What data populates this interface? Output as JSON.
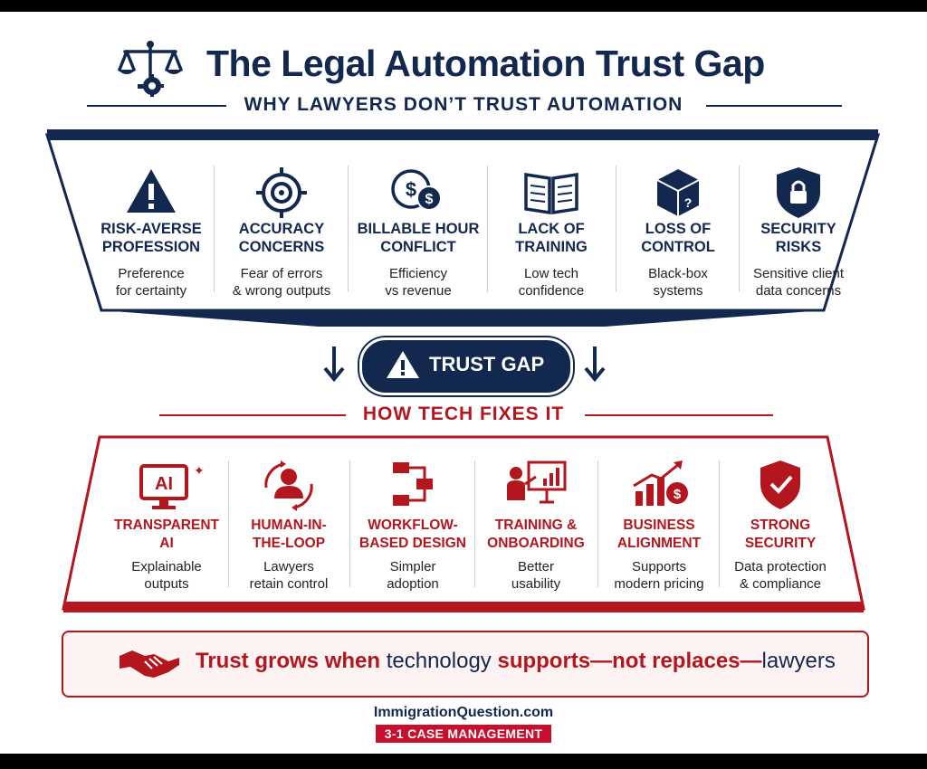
{
  "title": "The Legal Automation Trust Gap",
  "subtitle": "WHY LAWYERS DON’T TRUST AUTOMATION",
  "barriers": [
    {
      "icon": "warning-icon",
      "heading_1": "RISK-AVERSE",
      "heading_2": "PROFESSION",
      "desc_1": "Preference",
      "desc_2": "for certainty"
    },
    {
      "icon": "target-icon",
      "heading_1": "ACCURACY",
      "heading_2": "CONCERNS",
      "desc_1": "Fear of errors",
      "desc_2": "& wrong outputs"
    },
    {
      "icon": "dollar-icon",
      "heading_1": "BILLABLE HOUR",
      "heading_2": "CONFLICT",
      "desc_1": "Efficiency",
      "desc_2": "vs revenue"
    },
    {
      "icon": "book-icon",
      "heading_1": "LACK OF",
      "heading_2": "TRAINING",
      "desc_1": "Low tech",
      "desc_2": "confidence"
    },
    {
      "icon": "black-box-icon",
      "heading_1": "LOSS OF",
      "heading_2": "CONTROL",
      "desc_1": "Black-box",
      "desc_2": "systems"
    },
    {
      "icon": "shield-lock-icon",
      "heading_1": "SECURITY",
      "heading_2": "RISKS",
      "desc_1": "Sensitive client",
      "desc_2": "data concerns"
    }
  ],
  "gap_label": "TRUST GAP",
  "fix_title": "HOW TECH FIXES IT",
  "fixes": [
    {
      "icon": "ai-monitor-icon",
      "heading_1": "TRANSPARENT",
      "heading_2": "AI",
      "desc_1": "Explainable",
      "desc_2": "outputs"
    },
    {
      "icon": "human-loop-icon",
      "heading_1": "HUMAN-IN-",
      "heading_2": "THE-LOOP",
      "desc_1": "Lawyers",
      "desc_2": "retain control"
    },
    {
      "icon": "workflow-icon",
      "heading_1": "WORKFLOW-",
      "heading_2": "BASED DESIGN",
      "desc_1": "Simpler",
      "desc_2": "adoption"
    },
    {
      "icon": "training-icon",
      "heading_1": "TRAINING &",
      "heading_2": "ONBOARDING",
      "desc_1": "Better",
      "desc_2": "usability"
    },
    {
      "icon": "growth-icon",
      "heading_1": "BUSINESS",
      "heading_2": "ALIGNMENT",
      "desc_1": "Supports",
      "desc_2": "modern pricing"
    },
    {
      "icon": "shield-check-icon",
      "heading_1": "STRONG",
      "heading_2": "SECURITY",
      "desc_1": "Data protection",
      "desc_2": "& compliance"
    }
  ],
  "banner": {
    "part_1": "Trust grows when",
    "part_2": "technology",
    "part_3": "supports—not replaces—",
    "part_4": "lawyers"
  },
  "site": "ImmigrationQuestion.com",
  "badge": "3-1 CASE MANAGEMENT",
  "colors": {
    "navy": "#13284f",
    "red": "#b3161c",
    "badge_red": "#c8102e"
  }
}
